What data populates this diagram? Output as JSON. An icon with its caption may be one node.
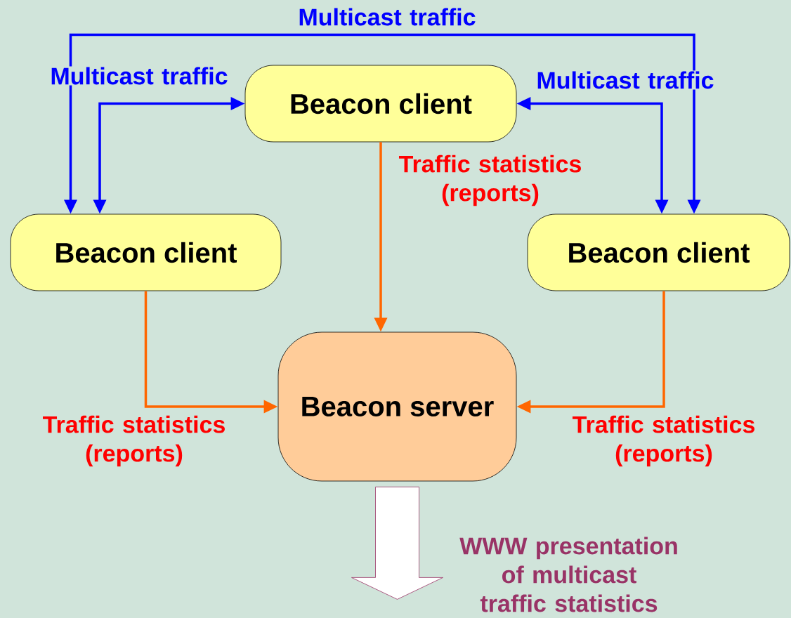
{
  "diagram": {
    "nodes": [
      {
        "text": [
          "Beacon client"
        ]
      },
      {
        "text": [
          "Beacon client"
        ]
      },
      {
        "text": [
          "Beacon client"
        ]
      },
      {
        "text": [
          "Beacon server"
        ]
      }
    ],
    "edges": [
      {
        "from": 1,
        "to": 2,
        "arrow": "both",
        "label": "Multicast traffic",
        "color": "#0000ff"
      },
      {
        "from": 1,
        "to": 0,
        "arrow": "both",
        "label": "Multicast traffic",
        "color": "#0000ff"
      },
      {
        "from": 0,
        "to": 2,
        "arrow": "both",
        "label": "Multicast traffic",
        "color": "#0000ff"
      },
      {
        "from": 0,
        "to": 3,
        "arrow": "to",
        "label": "Traffic statistics (reports)",
        "color": "#ff6600"
      },
      {
        "from": 1,
        "to": 3,
        "arrow": "to",
        "label": "Traffic statistics (reports)",
        "color": "#ff6600"
      },
      {
        "from": 2,
        "to": 3,
        "arrow": "to",
        "label": "Traffic statistics (reports)",
        "color": "#ff6600"
      },
      {
        "from": 3,
        "to": null,
        "arrow": "to",
        "label": "WWW presentation of multicast traffic statistics",
        "style": "thick",
        "color": "#993366"
      }
    ]
  }
}
